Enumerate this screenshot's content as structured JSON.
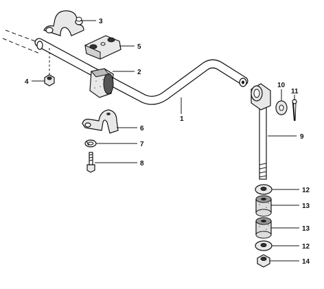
{
  "callouts": [
    "1",
    "2",
    "3",
    "4",
    "5",
    "6",
    "7",
    "8",
    "9",
    "10",
    "11",
    "12",
    "12",
    "13",
    "13",
    "14"
  ]
}
